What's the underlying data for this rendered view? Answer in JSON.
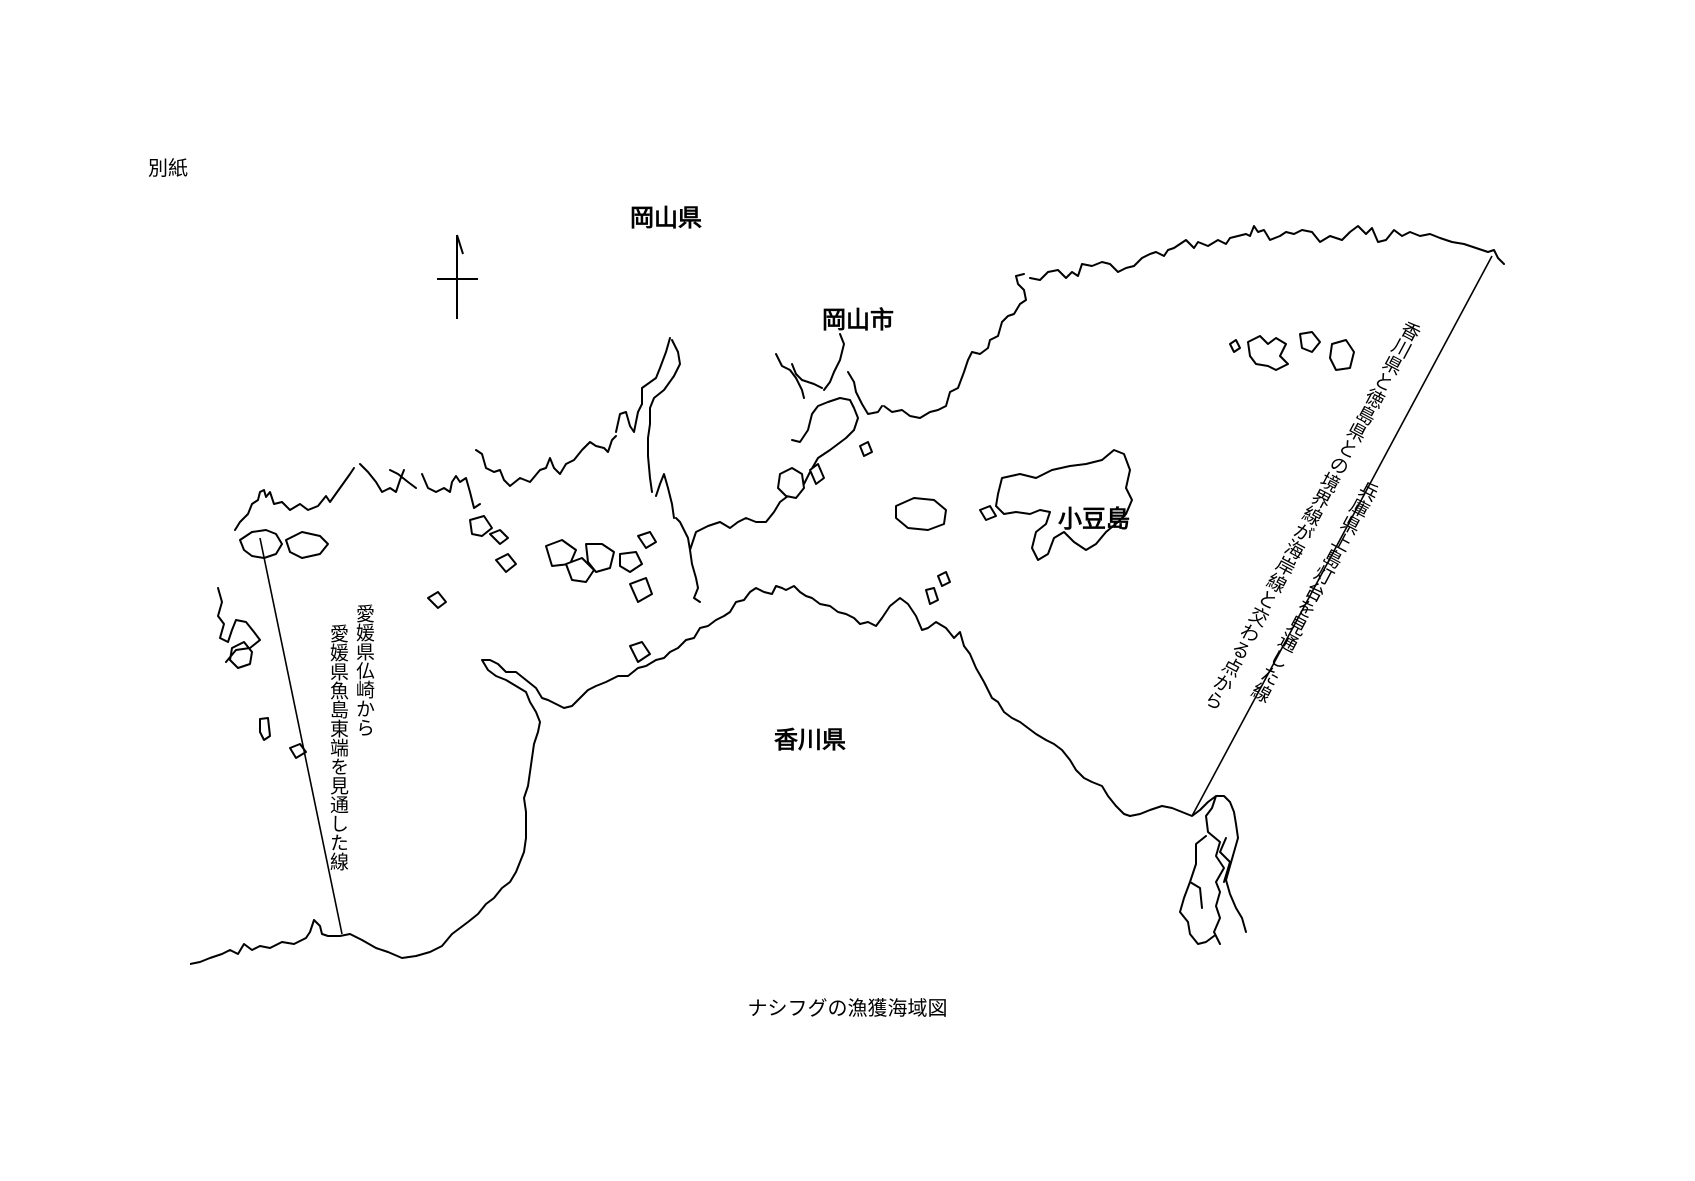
{
  "document": {
    "header_label": "別紙",
    "caption": "ナシフグの漁獲海域図"
  },
  "map": {
    "place_labels": {
      "okayama_pref": "岡山県",
      "okayama_city": "岡山市",
      "shodoshima": "小豆島",
      "kagawa_pref": "香川県"
    },
    "west_boundary_note": {
      "line1": "愛媛県仏崎から",
      "line2": "愛媛県魚島東端を見通した線"
    },
    "east_boundary_note": {
      "line1": "香川県と徳島県との境界線が海岸線と交わる点から",
      "line2": "兵庫県上島灯台を見通した線"
    },
    "north_arrow_icon": "north-arrow-icon"
  }
}
